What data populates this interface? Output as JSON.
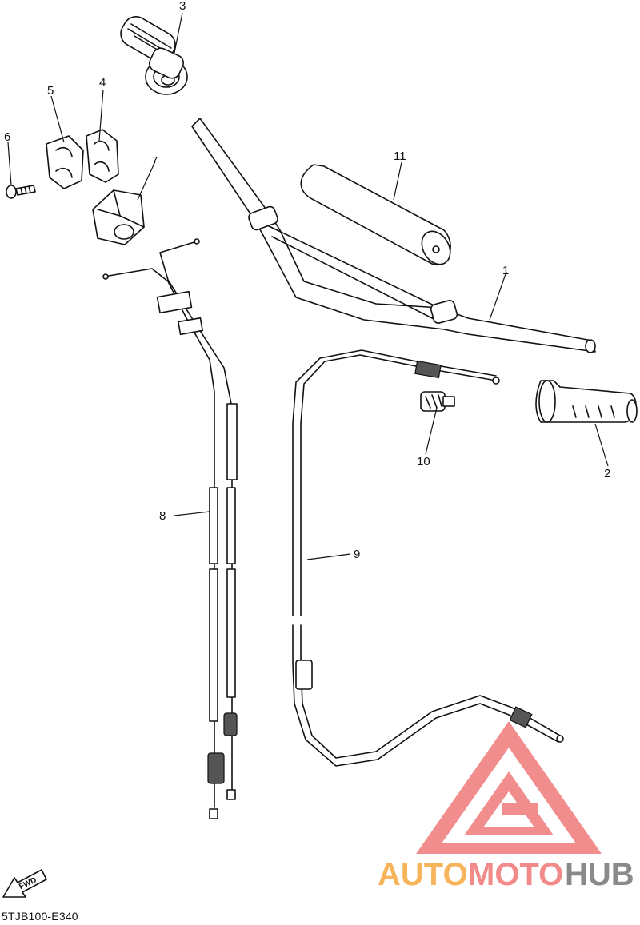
{
  "diagram_code": "5TJB100-E340",
  "fwd_label": "FWD",
  "watermark": {
    "part1": "AUTO",
    "part2": "MOTO",
    "part3": "HUB",
    "colors": {
      "auto": "#f7b45a",
      "moto": "#f28a8a",
      "hub": "#8a8a8a",
      "logo": "#f07a7a"
    }
  },
  "callouts": {
    "c1": "1",
    "c2": "2",
    "c3": "3",
    "c4": "4",
    "c5": "5",
    "c6": "6",
    "c7": "7",
    "c8": "8",
    "c9": "9",
    "c10": "10",
    "c11": "11"
  }
}
